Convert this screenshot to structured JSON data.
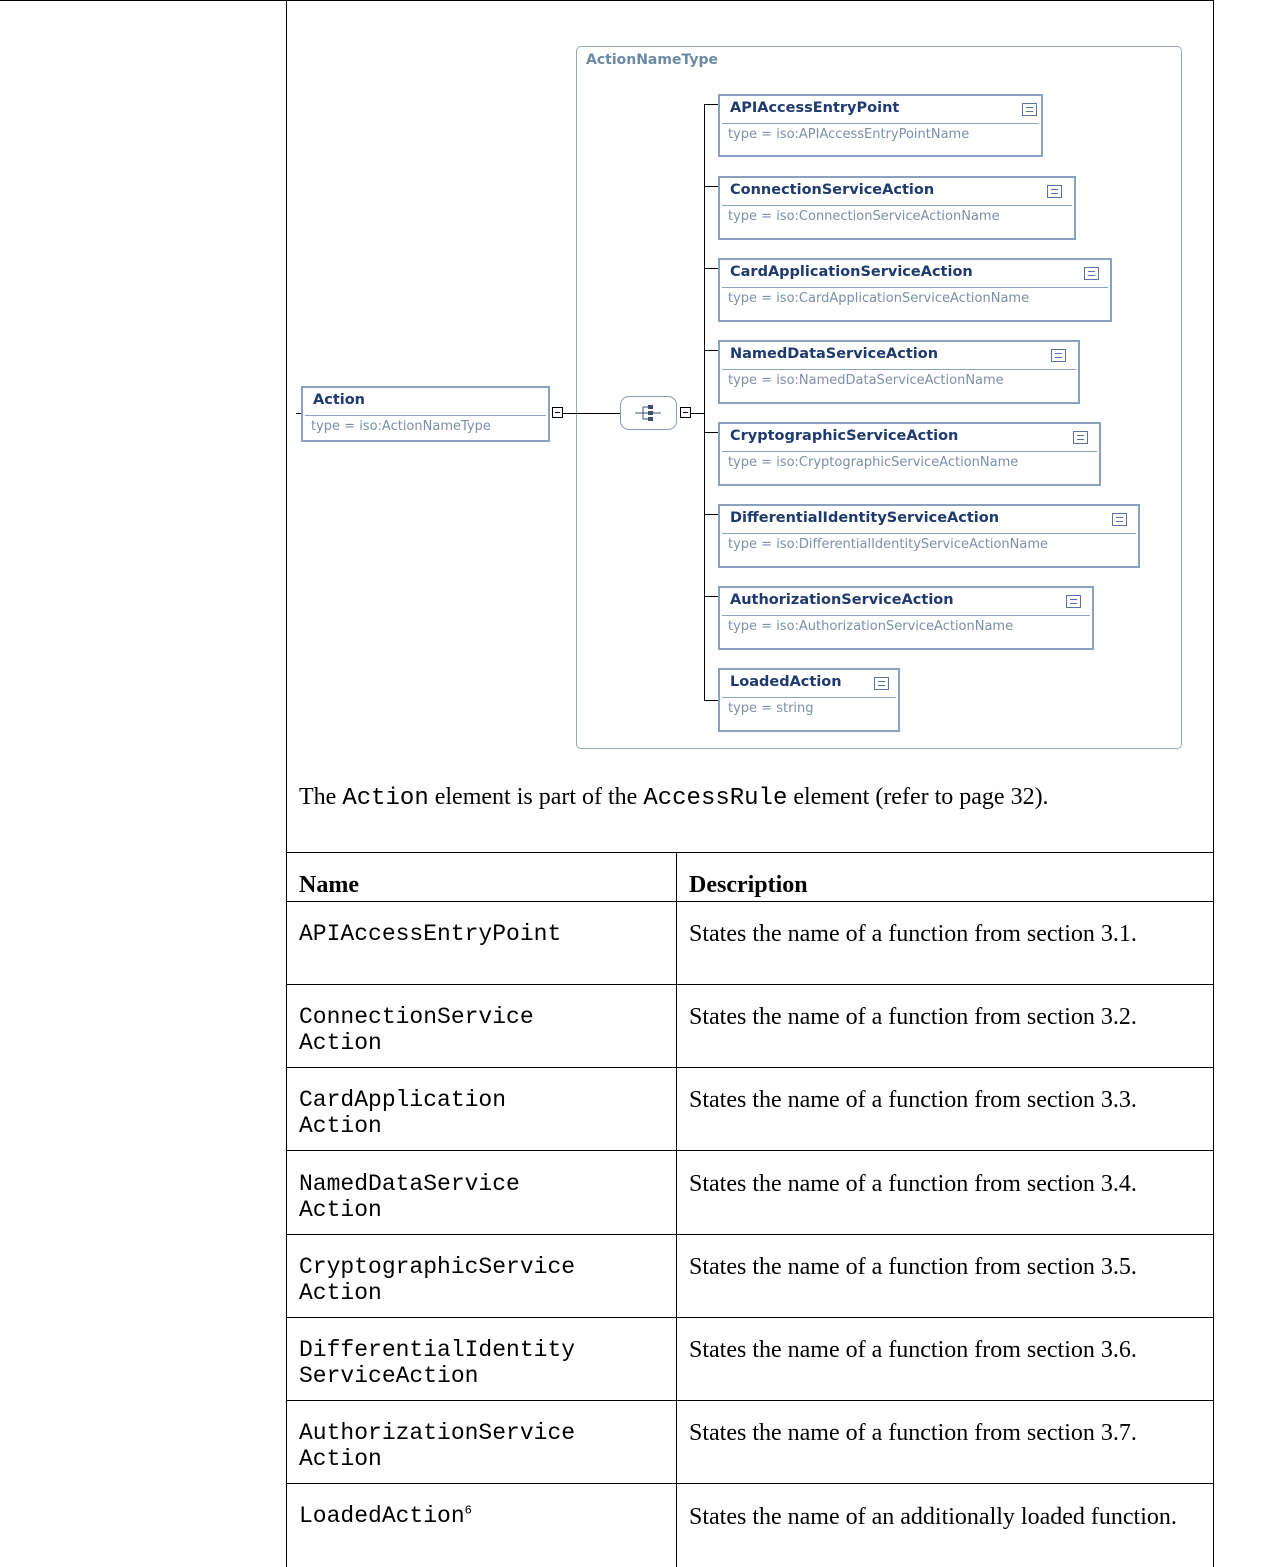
{
  "diagram": {
    "group_label": "ActionNameType",
    "root": {
      "name": "Action",
      "type": "type = iso:ActionNameType"
    },
    "children": [
      {
        "name": "APIAccessEntryPoint",
        "type": "type = iso:APIAccessEntryPointName"
      },
      {
        "name": "ConnectionServiceAction",
        "type": "type = iso:ConnectionServiceActionName"
      },
      {
        "name": "CardApplicationServiceAction",
        "type": "type = iso:CardApplicationServiceActionName"
      },
      {
        "name": "NamedDataServiceAction",
        "type": "type = iso:NamedDataServiceActionName"
      },
      {
        "name": "CryptographicServiceAction",
        "type": "type = iso:CryptographicServiceActionName"
      },
      {
        "name": "DifferentialIdentityServiceAction",
        "type": "type = iso:DifferentialIdentityServiceActionName"
      },
      {
        "name": "AuthorizationServiceAction",
        "type": "type = iso:AuthorizationServiceActionName"
      },
      {
        "name": "LoadedAction",
        "type": "type = string"
      }
    ]
  },
  "caption": {
    "prefix": "The ",
    "code1": "Action",
    "middle": " element is part of the ",
    "code2": "AccessRule",
    "suffix": " element (refer to page 32)."
  },
  "table": {
    "headers": {
      "name": "Name",
      "description": "Description"
    },
    "rows": [
      {
        "name": "APIAccessEntryPoint",
        "description": "States the name of a function from section 3.1."
      },
      {
        "name": "ConnectionService\nAction",
        "description": "States the name of a function from section 3.2."
      },
      {
        "name": "CardApplication\nAction",
        "description": "States the name of a function from section 3.3."
      },
      {
        "name": "NamedDataService\nAction",
        "description": "States the name of a function from section 3.4."
      },
      {
        "name": "CryptographicService\nAction",
        "description": "States the name of a function from section 3.5."
      },
      {
        "name": "DifferentialIdentity\nServiceAction",
        "description": "States the name of a function from section 3.6."
      },
      {
        "name": "AuthorizationService\nAction",
        "description": "States the name of a function from section 3.7."
      },
      {
        "name": "LoadedAction",
        "footnote": "6",
        "description": "States the name of an additionally loaded function."
      }
    ]
  }
}
